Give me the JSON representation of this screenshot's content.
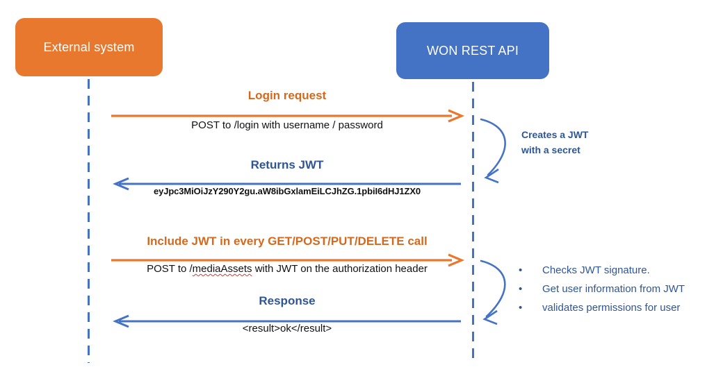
{
  "diagram": {
    "type": "sequence-diagram",
    "colors": {
      "external_system": "#E8782D",
      "rest_api": "#4472C4",
      "orange_message": "#D4691E",
      "blue_message": "#2E5596",
      "lifeline": "#4472C4",
      "background": "#FFFFFF",
      "spell_error_underline": "#E0352B"
    },
    "participants": [
      {
        "id": "external-system",
        "label": "External system",
        "color": "#E8782D"
      },
      {
        "id": "won-rest-api",
        "label": "WON REST API",
        "color": "#4472C4"
      }
    ],
    "messages": [
      {
        "id": "login-request",
        "title": "Login request",
        "subtitle": "POST to /login with username / password",
        "direction": "right",
        "color": "orange"
      },
      {
        "id": "returns-jwt",
        "title": "Returns JWT",
        "subtitle": "eyJpc3MiOiJzY290Y2gu.aW8ibGxlamEiLCJhZG.1pbiI6dHJ1ZX0",
        "direction": "left",
        "color": "blue"
      },
      {
        "id": "include-jwt",
        "title": "Include JWT in every GET/POST/PUT/DELETE call",
        "subtitle_before": "POST to /",
        "subtitle_spellcheck": "mediaAssets",
        "subtitle_after": " with JWT on the authorization header",
        "direction": "right",
        "color": "orange"
      },
      {
        "id": "response",
        "title": "Response",
        "subtitle": "<result>ok</result>",
        "direction": "left",
        "color": "blue"
      }
    ],
    "notes": [
      {
        "id": "creates-jwt",
        "lines": [
          "Creates a JWT",
          "with a secret"
        ],
        "style": "self-loop-arrow"
      },
      {
        "id": "validates-jwt",
        "bullets": [
          "Checks JWT signature.",
          "Get user information from JWT",
          "validates permissions for user"
        ],
        "style": "self-loop-arrow"
      }
    ]
  }
}
